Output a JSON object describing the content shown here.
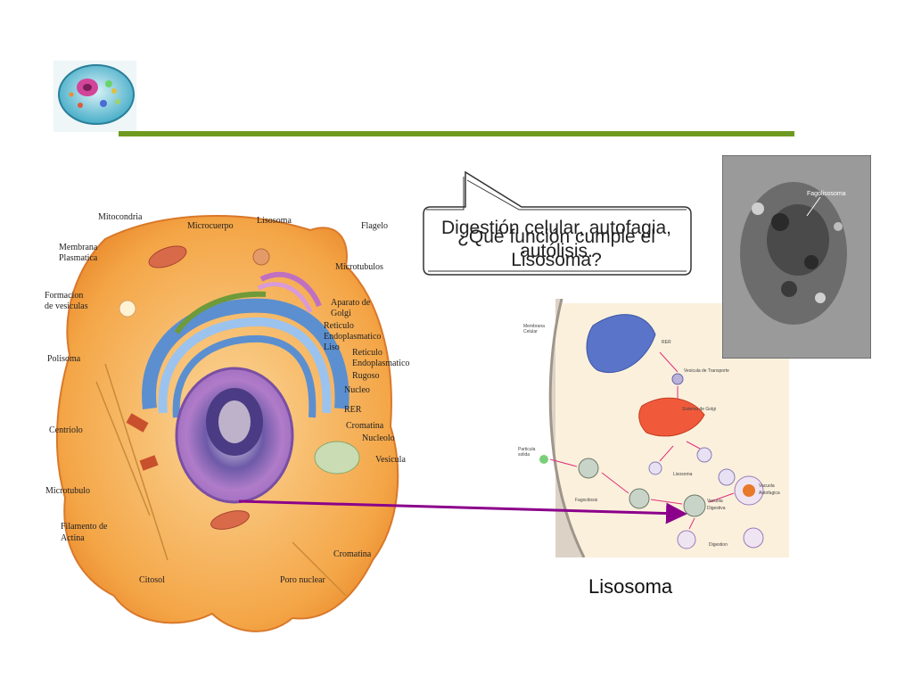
{
  "slide": {
    "callout_question": "¿Qué función cumple el Lisosoma?",
    "callout_answer": "Digestión celular, autofagia, autólisis.",
    "caption": "Lisosoma",
    "colors": {
      "accent_line": "#6e9a1f",
      "arrow": "#8b008b"
    }
  },
  "cell_labels": {
    "mitocondria": "Mitocondria",
    "microcuerpo": "Microcuerpo",
    "lisosoma": "Lisosoma",
    "flagelo": "Flagelo",
    "membrana1": "Membrana",
    "membrana2": "Plasmatica",
    "microtubulos": "Microtubulos",
    "formacion1": "Formacion",
    "formacion2": "de vesiculas",
    "aparato1": "Aparato de",
    "aparato2": "Golgi",
    "reticulo_liso1": "Reticulo",
    "reticulo_liso2": "Endoplasmatico",
    "reticulo_liso3": "Liso",
    "polisoma": "Polisoma",
    "reticulo_rugoso1": "Reticulo",
    "reticulo_rugoso2": "Endoplasmatico",
    "reticulo_rugoso3": "Rugoso",
    "nucleo": "Nucleo",
    "rer": "RER",
    "centriolo": "Centriolo",
    "cromatina_top": "Cromatina",
    "nucleolo": "Nucleolo",
    "vesicula": "Vesicula",
    "microtubulo": "Microtubulo",
    "filamento1": "Filamento de",
    "filamento2": "Actina",
    "citosol": "Citosol",
    "poro": "Poro nuclear",
    "cromatina_bottom": "Cromatina"
  },
  "lysosome_labels": {
    "membrana1": "Membrana",
    "membrana2": "Celular",
    "rer": "RER",
    "vesicula_transporte": "Vesicula de Transporte",
    "sistema_golgi": "Sistema de Golgi",
    "particula1": "Particula",
    "particula2": "solida",
    "lisosoma": "Lisosoma",
    "fagocitosis": "Fagocitosis",
    "vacuola_dig1": "Vacuola",
    "vacuola_dig2": "Digestiva",
    "vacuola_auto1": "Vacuola",
    "vacuola_auto2": "Autofagica",
    "digestion": "Digestion"
  },
  "micrograph": {
    "label": "Fagolisosoma"
  }
}
